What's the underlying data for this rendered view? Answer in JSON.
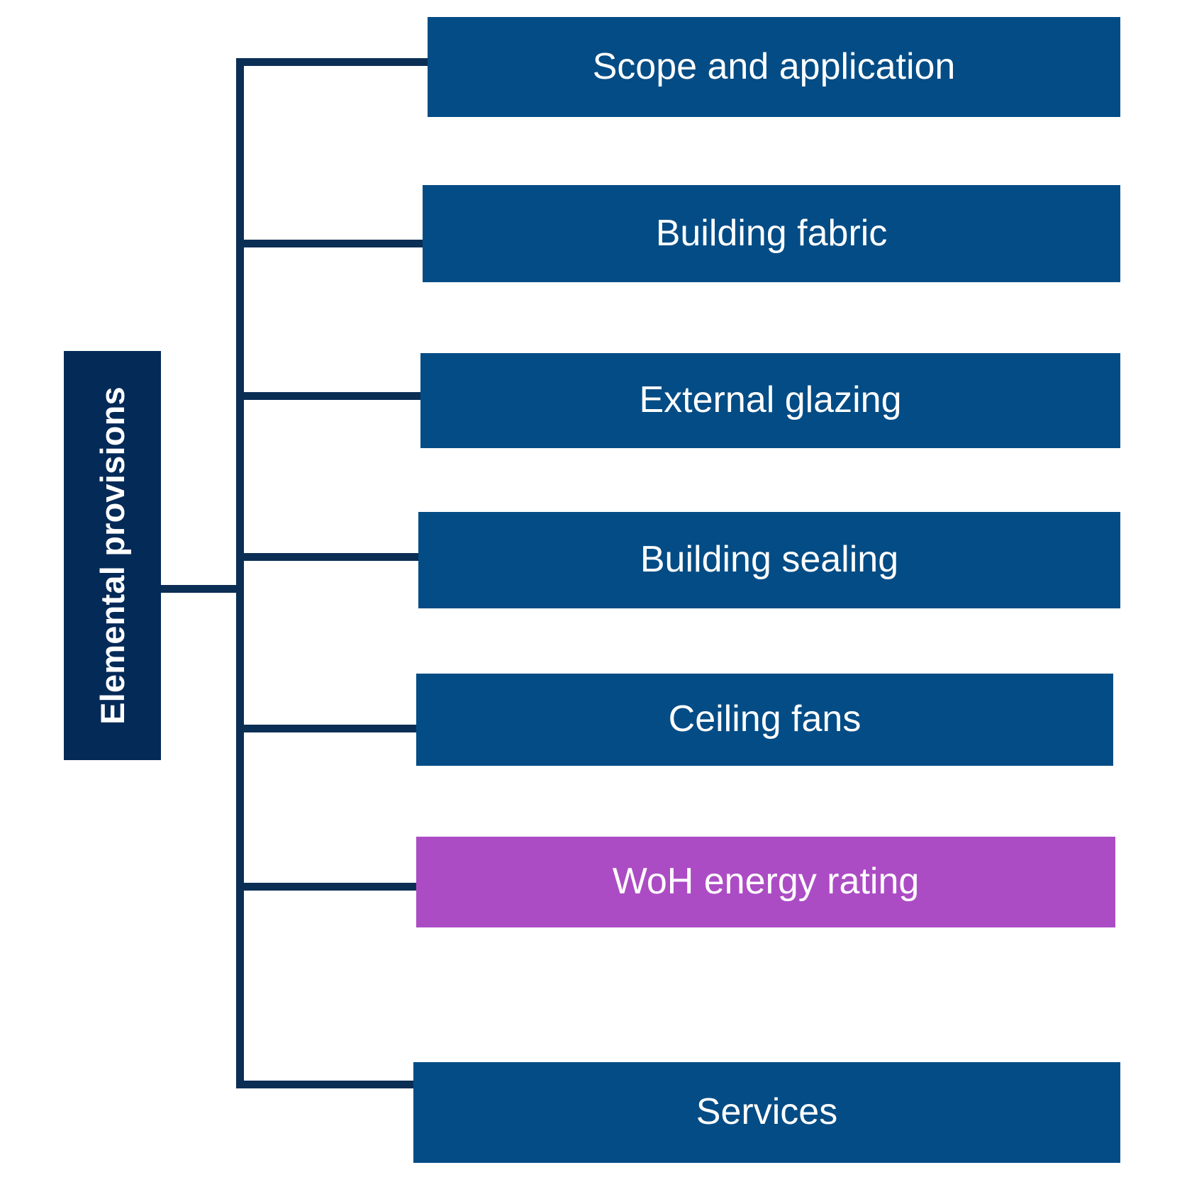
{
  "diagram": {
    "type": "tree",
    "orientation": "left-to-right",
    "title": "Elemental provisions",
    "colors": {
      "root_fill": "#042A58",
      "branch_fill": "#044C85",
      "highlight_fill": "#AC4CC4",
      "connector": "#0B2E55",
      "label_text": "#FFFFFF",
      "background": "#FFFFFF"
    },
    "root": {
      "label": "Elemental provisions",
      "orientation": "vertical-bottom-to-top"
    },
    "branches": [
      {
        "label": "Scope and application",
        "fill": "#044C85",
        "highlighted": false
      },
      {
        "label": "Building fabric",
        "fill": "#044C85",
        "highlighted": false
      },
      {
        "label": "External glazing",
        "fill": "#044C85",
        "highlighted": false
      },
      {
        "label": "Building sealing",
        "fill": "#044C85",
        "highlighted": false
      },
      {
        "label": "Ceiling fans",
        "fill": "#044C85",
        "highlighted": false
      },
      {
        "label": "WoH energy rating",
        "fill": "#AC4CC4",
        "highlighted": true
      },
      {
        "label": "Services",
        "fill": "#044C85",
        "highlighted": false
      }
    ]
  }
}
